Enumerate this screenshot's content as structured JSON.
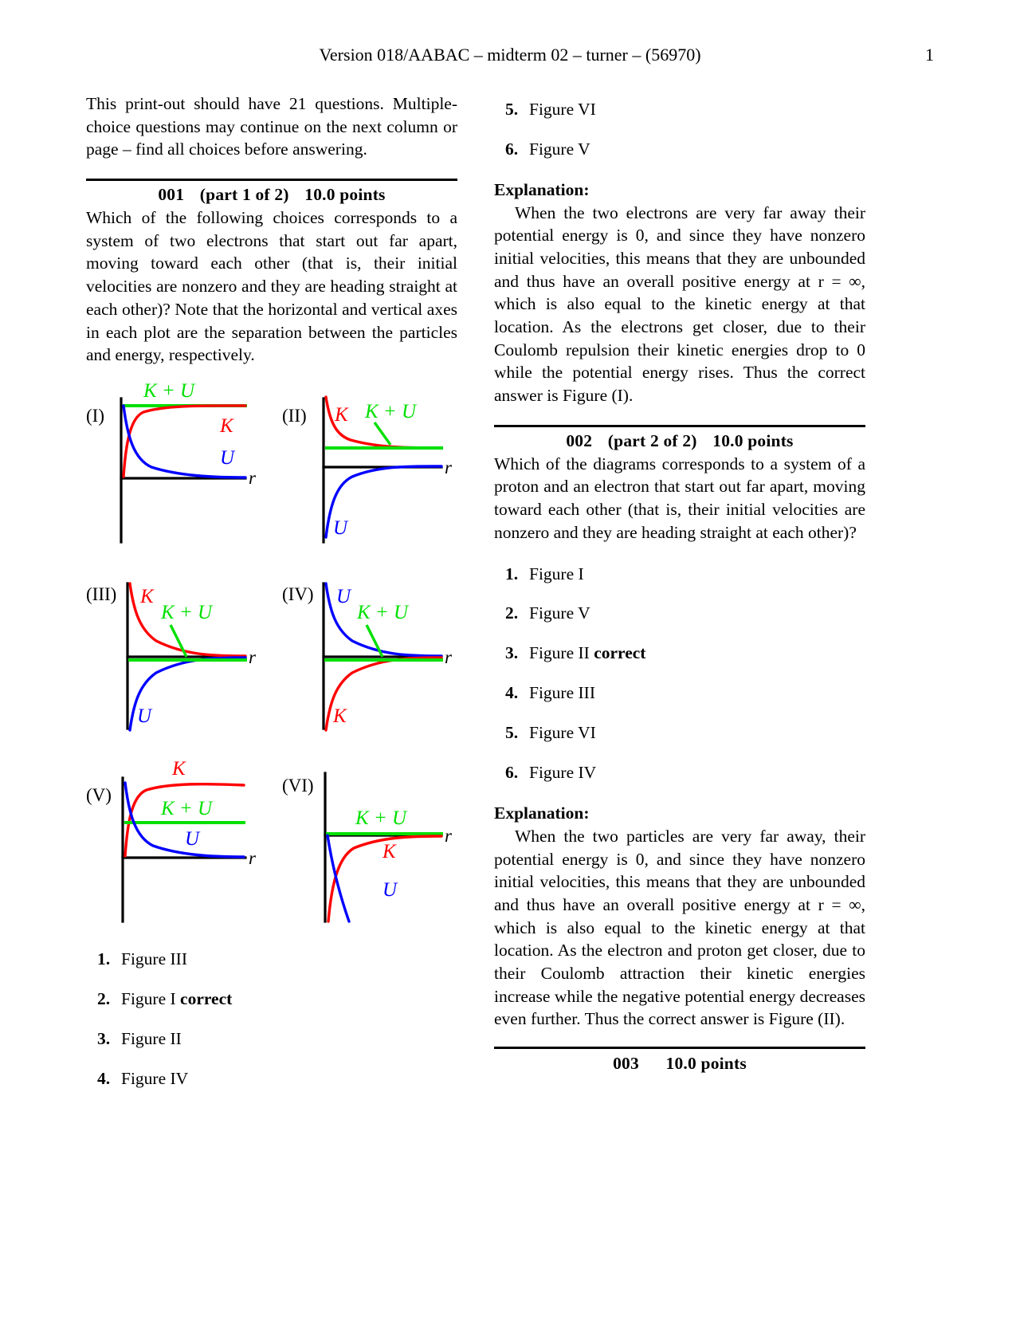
{
  "header": {
    "title": "Version 018/AABAC – midterm 02 – turner – (56970)",
    "page_number": "1"
  },
  "left_column": {
    "intro": "This print-out should have 21 questions. Multiple-choice questions may continue on the next column or page – find all choices before answering.",
    "q001": {
      "number": "001",
      "part": "(part 1 of 2)",
      "points": "10.0 points",
      "body": "Which of the following choices corresponds to a system of two electrons that start out far apart, moving toward each other (that is, their initial velocities are nonzero and they are heading straight at each other)?  Note that the horizontal and vertical axes in each plot are the separation between the particles and energy, respectively."
    },
    "choices": [
      {
        "num": "1.",
        "text": "Figure III",
        "correct": ""
      },
      {
        "num": "2.",
        "text": "Figure I",
        "correct": "correct"
      },
      {
        "num": "3.",
        "text": "Figure II",
        "correct": ""
      },
      {
        "num": "4.",
        "text": "Figure IV",
        "correct": ""
      }
    ]
  },
  "right_column": {
    "choices_continued": [
      {
        "num": "5.",
        "text": "Figure VI",
        "correct": ""
      },
      {
        "num": "6.",
        "text": "Figure V",
        "correct": ""
      }
    ],
    "explanation1": {
      "label": "Explanation:",
      "text": "When the two electrons are very far away their potential energy is 0, and since they have nonzero initial velocities, this means that they are unbounded and thus have an overall positive energy at r = ∞, which is also equal to the kinetic energy at that location.  As the electrons get closer, due to their Coulomb repulsion their kinetic energies drop to 0 while the potential energy rises.  Thus the correct answer is Figure (I)."
    },
    "q002": {
      "number": "002",
      "part": "(part 2 of 2)",
      "points": "10.0 points",
      "body": "Which of the diagrams corresponds to a system of a proton and an electron that start out far apart, moving toward each other (that is, their initial velocities are nonzero and they are heading straight at each other)?"
    },
    "choices2": [
      {
        "num": "1.",
        "text": "Figure I",
        "correct": ""
      },
      {
        "num": "2.",
        "text": "Figure V",
        "correct": ""
      },
      {
        "num": "3.",
        "text": "Figure II",
        "correct": "correct"
      },
      {
        "num": "4.",
        "text": "Figure III",
        "correct": ""
      },
      {
        "num": "5.",
        "text": "Figure VI",
        "correct": ""
      },
      {
        "num": "6.",
        "text": "Figure IV",
        "correct": ""
      }
    ],
    "explanation2": {
      "label": "Explanation:",
      "text": "When the two particles are very far away, their potential energy is 0, and since they have nonzero initial velocities, this means that they are unbounded and thus have an overall positive energy at r = ∞, which is also equal to the kinetic energy at that location.  As the electron and proton get closer, due to their Coulomb attraction their kinetic energies increase while the negative potential energy decreases even further. Thus the correct answer is Figure (II)."
    },
    "q003": {
      "number": "003",
      "points": "10.0 points"
    }
  },
  "figures": {
    "axis_label": "r",
    "series_labels": {
      "kinetic": "K",
      "potential": "U",
      "total": "K + U"
    },
    "colors": {
      "kinetic": "#ff0000",
      "potential": "#0000ff",
      "total": "#00e000",
      "axis": "#000000"
    },
    "items": [
      {
        "id": "I",
        "label": "(I)",
        "description": "K rises from zero to a positive plateau; U falls from high positive toward zero; K + U constant positive at top.",
        "total_level": "top",
        "K_shape": "rises-to-plateau",
        "U_shape": "decays-to-zero-from-above"
      },
      {
        "id": "II",
        "label": "(II)",
        "description": "K decays from large positive to a positive plateau; U rises from large negative toward zero; K + U constant positive below K plateau.",
        "total_level": "mid-positive",
        "K_shape": "decays-from-above-to-plateau",
        "U_shape": "rises-from-below-to-zero"
      },
      {
        "id": "III",
        "label": "(III)",
        "description": "K decays from large positive to zero; U rises from large negative to zero; K + U is zero along the axis.",
        "total_level": "zero",
        "K_shape": "decays-from-above-to-zero",
        "U_shape": "rises-from-below-to-zero"
      },
      {
        "id": "IV",
        "label": "(IV)",
        "description": "U decays from large positive to zero; K rises from large negative to zero; K + U is zero along the axis.",
        "total_level": "zero",
        "K_shape": "rises-from-below-to-zero",
        "U_shape": "decays-from-above-to-zero"
      },
      {
        "id": "V",
        "label": "(V)",
        "description": "K rises to a high positive plateau above the constant K + U line; U decays to zero from above.",
        "total_level": "mid-positive",
        "K_shape": "rises-to-high-plateau",
        "U_shape": "decays-to-zero-from-above"
      },
      {
        "id": "VI",
        "label": "(VI)",
        "description": "K + U is zero along the axis; K rises from large negative toward zero; U falls steeply to large negative.",
        "total_level": "zero",
        "K_shape": "rises-from-below-to-zero",
        "U_shape": "falls-steeply-below"
      }
    ]
  }
}
